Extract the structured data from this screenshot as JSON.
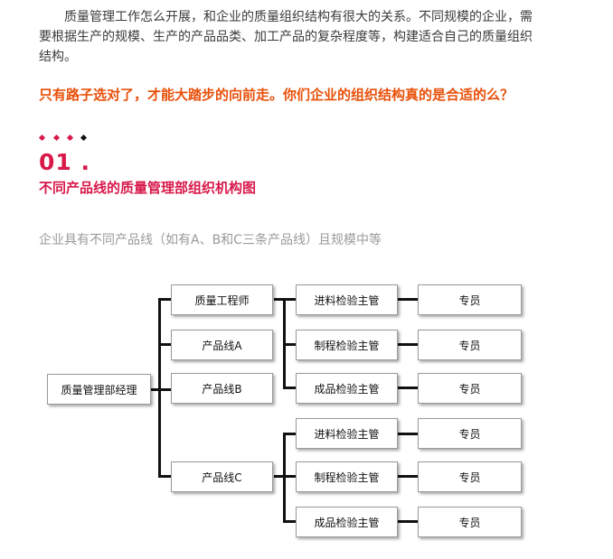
{
  "intro_text": "质量管理工作怎么开展，和企业的质量组织结构有很大的关系。不同规模的企业，需要根据生产的规模、生产的产品品类、加工产品的复杂程度等，构建适合自己的质量组织结构。",
  "highlight_text": "只有路子选对了，才能大踏步的向前走。你们企业的组织结构真的是合适的么？",
  "section": {
    "number": "01 .",
    "title": "不同产品线的质量管理部组织机构图",
    "description": "企业具有不同产品线（如有A、B和C三条产品线）且规模中等"
  },
  "colors": {
    "accent_red": "#d8194a",
    "highlight_orange": "#e8500a",
    "dot_black": "#111111"
  },
  "org_chart": {
    "root": "质量管理部经理",
    "level1": [
      "质量工程师",
      "产品线A",
      "产品线B",
      "产品线C"
    ],
    "supervisors": [
      "进料检验主管",
      "制程检验主管",
      "成品检验主管",
      "进料检验主管",
      "制程检验主管",
      "成品检验主管"
    ],
    "staff": [
      "专员",
      "专员",
      "专员",
      "专员",
      "专员",
      "专员"
    ]
  }
}
